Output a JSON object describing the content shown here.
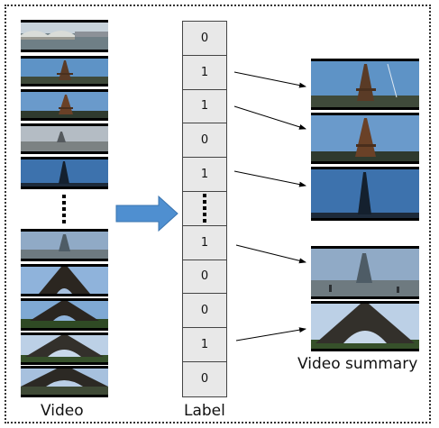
{
  "captions": {
    "video": "Video",
    "label": "Label",
    "summary": "Video summary"
  },
  "labels": [
    "0",
    "1",
    "1",
    "0",
    "1",
    "",
    "1",
    "0",
    "0",
    "1",
    "0"
  ],
  "colors": {
    "arrow_fill": "#4f8fd0",
    "arrow_stroke": "#3a74b0",
    "cell_bg": "#e8e8e8",
    "border": "#333333"
  }
}
